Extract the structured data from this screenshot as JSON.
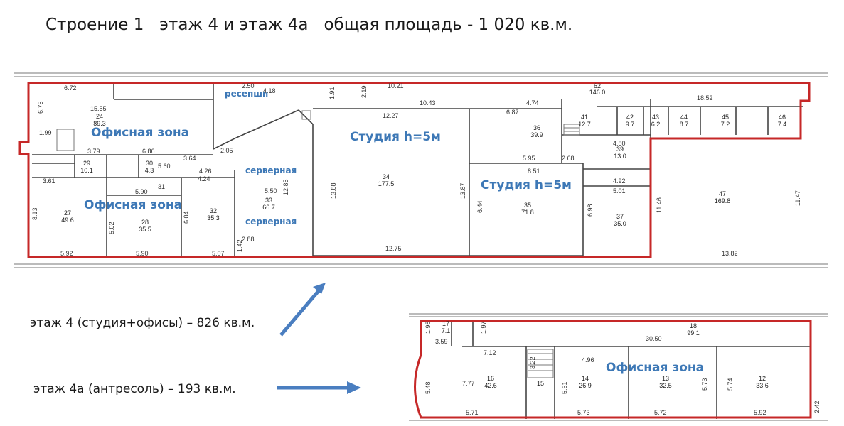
{
  "title": "Строение 1   этаж 4 и этаж 4а   общая площадь - 1 020 кв.м.",
  "legend": {
    "floor4": "этаж 4 (студия+офисы) – 826 кв.м.",
    "floor4a": "этаж 4а (антресоль) – 193 кв.м."
  },
  "zones": {
    "reception": "ресепшн",
    "office_top": "Офисная зона",
    "office_bottom": "Офисная зона",
    "server_top": "серверная",
    "server_bottom": "серверная",
    "studio_main": "Студия h=5м",
    "studio_small": "Студия h=5м",
    "mezz_office": "Офисная зона"
  },
  "rooms": [
    {
      "id": "r24",
      "num": "24",
      "area": "89.3"
    },
    {
      "id": "r27",
      "num": "27",
      "area": "49.6"
    },
    {
      "id": "r28",
      "num": "28",
      "area": "35.5"
    },
    {
      "id": "r29",
      "num": "29",
      "area": "10.1"
    },
    {
      "id": "r30",
      "num": "30",
      "area": "4.3"
    },
    {
      "id": "r32",
      "num": "32",
      "area": "35.3"
    },
    {
      "id": "r33",
      "num": "33",
      "area": "66.7"
    },
    {
      "id": "r34",
      "num": "34",
      "area": "177.5"
    },
    {
      "id": "r35",
      "num": "35",
      "area": "71.8"
    },
    {
      "id": "r36",
      "num": "36",
      "area": "39.9"
    },
    {
      "id": "r37",
      "num": "37",
      "area": "35.0"
    },
    {
      "id": "r39",
      "num": "39",
      "area": "13.0"
    },
    {
      "id": "r41",
      "num": "41",
      "area": "12.7"
    },
    {
      "id": "r42",
      "num": "42",
      "area": "9.7"
    },
    {
      "id": "r43",
      "num": "43",
      "area": "6.2"
    },
    {
      "id": "r44",
      "num": "44",
      "area": "8.7"
    },
    {
      "id": "r45",
      "num": "45",
      "area": "7.2"
    },
    {
      "id": "r46",
      "num": "46",
      "area": "7.4"
    },
    {
      "id": "r47",
      "num": "47",
      "area": "169.8"
    },
    {
      "id": "r62",
      "num": "62",
      "area": "146.0"
    },
    {
      "id": "r17",
      "num": "17",
      "area": "7.1"
    },
    {
      "id": "r18",
      "num": "18",
      "area": "99.1"
    },
    {
      "id": "r16",
      "num": "16",
      "area": "42.6"
    },
    {
      "id": "r14",
      "num": "14",
      "area": "26.9"
    },
    {
      "id": "r13",
      "num": "13",
      "area": "32.5"
    },
    {
      "id": "r12",
      "num": "12",
      "area": "33.6"
    },
    {
      "id": "r15",
      "num": "15",
      "area": ""
    }
  ],
  "dimensions": {
    "d1": "6.72",
    "d2": "15.55",
    "d3": "6.75",
    "d4": "1.99",
    "d5": "3.79",
    "d6": "6.86",
    "d7": "3.61",
    "d8": "5.90",
    "d9": "5.90",
    "d10": "5.92",
    "d11": "5.07",
    "d12": "2.50",
    "d13": "4.18",
    "d14": "1.91",
    "d15": "2.19",
    "d16": "10.21",
    "d17": "12.27",
    "d18": "10.43",
    "d19": "6.87",
    "d20": "4.74",
    "d21": "18.52",
    "d22": "5.50",
    "d23": "12.85",
    "d24": "13.88",
    "d25": "13.87",
    "d26": "12.75",
    "d27": "5.95",
    "d28": "2.68",
    "d29": "8.51",
    "d30": "4.80",
    "d31": "4.92",
    "d32": "5.01",
    "d33": "13.82",
    "d34": "11.46",
    "d35": "11.47",
    "d36": "8.13",
    "d37": "5.02",
    "d38": "6.04",
    "d39": "6.44",
    "d40": "6.98",
    "d41": "4.24",
    "d42": "4.26",
    "d43": "5.60",
    "d44": "3.64",
    "d45": "2.88",
    "d46": "1.42",
    "d47": "2.05",
    "d48": "31",
    "m1": "1.98",
    "m2": "1.97",
    "m3": "3.59",
    "m4": "7.12",
    "m5": "30.50",
    "m6": "4.96",
    "m7": "5.48",
    "m8": "7.77",
    "m9": "3.22",
    "m10": "5.61",
    "m11": "5.73",
    "m12": "5.74",
    "m13": "5.71",
    "m14": "5.73",
    "m15": "5.72",
    "m16": "5.92",
    "m17": "2.42"
  },
  "colors": {
    "outline": "#c62828",
    "zone_text": "#3d78b6",
    "arrow": "#4a7ec0"
  }
}
